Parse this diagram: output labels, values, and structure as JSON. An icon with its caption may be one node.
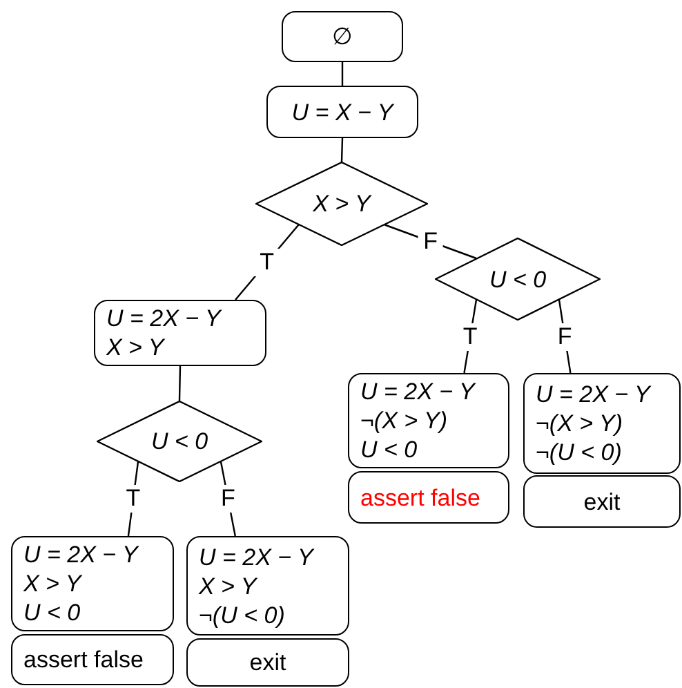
{
  "diagram": {
    "nodes": [
      {
        "text": [
          "∅"
        ]
      },
      {
        "text": [
          "U = X − Y"
        ]
      },
      {
        "text": [
          "X > Y"
        ]
      },
      {
        "text": [
          "U = 2X − Y",
          "X > Y"
        ]
      },
      {
        "text": [
          "U < 0"
        ]
      },
      {
        "text": [
          "U < 0"
        ]
      },
      {
        "text": [
          "U = 2X − Y",
          "¬(X > Y)",
          "U < 0"
        ]
      },
      {
        "text": [
          "U = 2X − Y",
          "¬(X > Y)",
          "¬(U < 0)"
        ]
      },
      {
        "text": [
          "assert false"
        ]
      },
      {
        "text": [
          "exit"
        ]
      },
      {
        "text": [
          "U = 2X − Y",
          "X > Y",
          "U < 0"
        ]
      },
      {
        "text": [
          "U = 2X − Y",
          "X > Y",
          "¬(U < 0)"
        ]
      },
      {
        "text": [
          "assert false"
        ]
      },
      {
        "text": [
          "exit"
        ]
      }
    ],
    "edges": [
      {
        "from": 0,
        "to": 1,
        "arrow": "none"
      },
      {
        "from": 1,
        "to": 2,
        "arrow": "none"
      },
      {
        "from": 2,
        "to": 3,
        "arrow": "none",
        "label": "T"
      },
      {
        "from": 2,
        "to": 4,
        "arrow": "none",
        "label": "F"
      },
      {
        "from": 3,
        "to": 5,
        "arrow": "none"
      },
      {
        "from": 4,
        "to": 6,
        "arrow": "none",
        "label": "T"
      },
      {
        "from": 4,
        "to": 7,
        "arrow": "none",
        "label": "F"
      },
      {
        "from": 5,
        "to": 10,
        "arrow": "none",
        "label": "T"
      },
      {
        "from": 5,
        "to": 11,
        "arrow": "none",
        "label": "F"
      }
    ]
  }
}
